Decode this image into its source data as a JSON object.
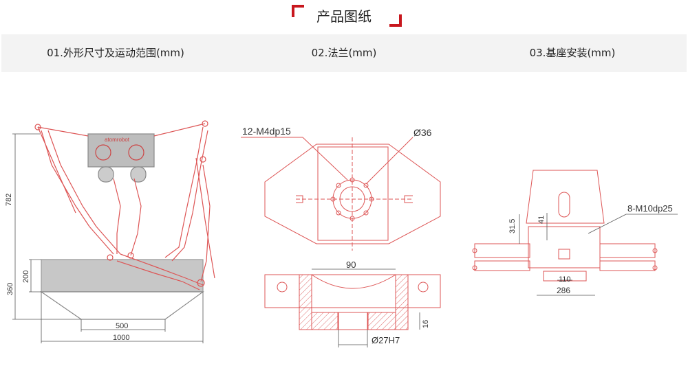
{
  "section_title": "产品图纸",
  "tabs": [
    {
      "label": "01.外形尺寸及运动范围(mm)"
    },
    {
      "label": "02.法兰(mm)"
    },
    {
      "label": "03.基座安装(mm)"
    }
  ],
  "drawing1": {
    "brand": "atomrobot",
    "dims": {
      "height_total": "782",
      "height_base": "360",
      "height_upper": "200",
      "width_inner": "500",
      "width_outer": "1000"
    }
  },
  "drawing2": {
    "callout_holes": "12-M4dp15",
    "callout_dia": "Ø36",
    "dim_width": "90",
    "dim_bore": "Ø27H7",
    "dim_depth": "16"
  },
  "drawing3": {
    "callout": "8-M10dp25",
    "dim_h1": "31.5",
    "dim_h2": "41",
    "dim_w1": "110",
    "dim_w2": "286"
  },
  "colors": {
    "accent": "#c8171e",
    "line_red": "#c44",
    "header_bg": "#f3f3f3"
  }
}
